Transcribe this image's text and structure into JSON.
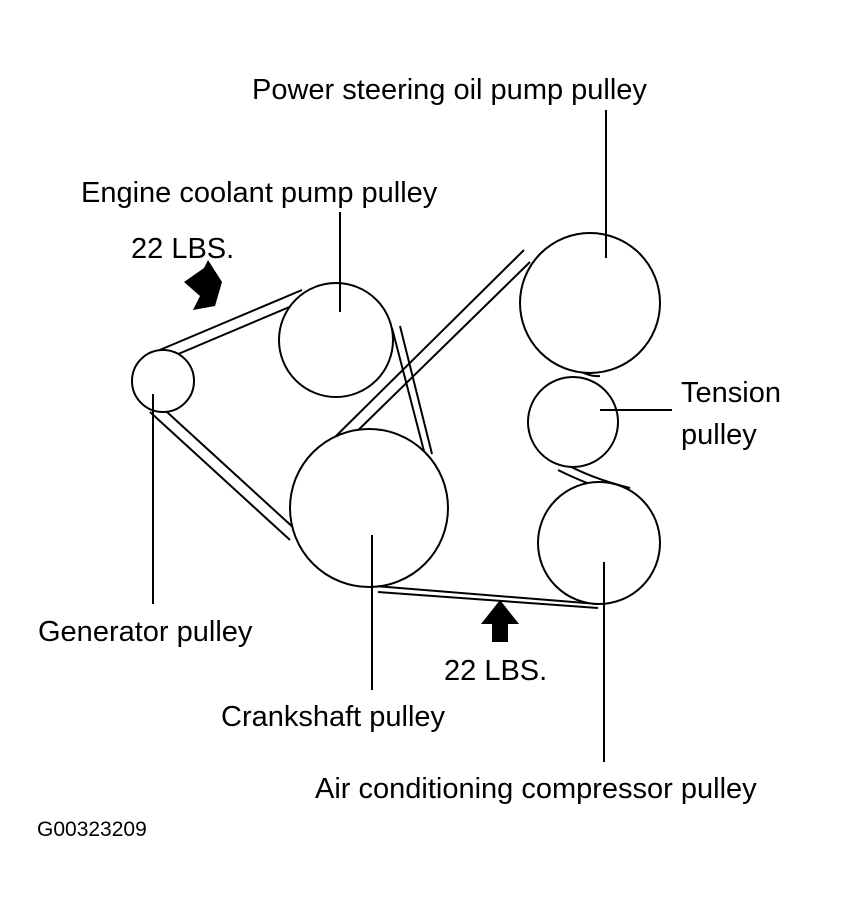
{
  "labels": {
    "power_steering": "Power steering oil pump pulley",
    "coolant": "Engine coolant pump pulley",
    "tension_line1": "Tension",
    "tension_line2": "pulley",
    "generator": "Generator pulley",
    "crankshaft": "Crankshaft pulley",
    "ac": "Air conditioning compressor pulley"
  },
  "tension_readings": {
    "top": "22 LBS.",
    "bottom": "22 LBS."
  },
  "figure_id": "G00323209"
}
